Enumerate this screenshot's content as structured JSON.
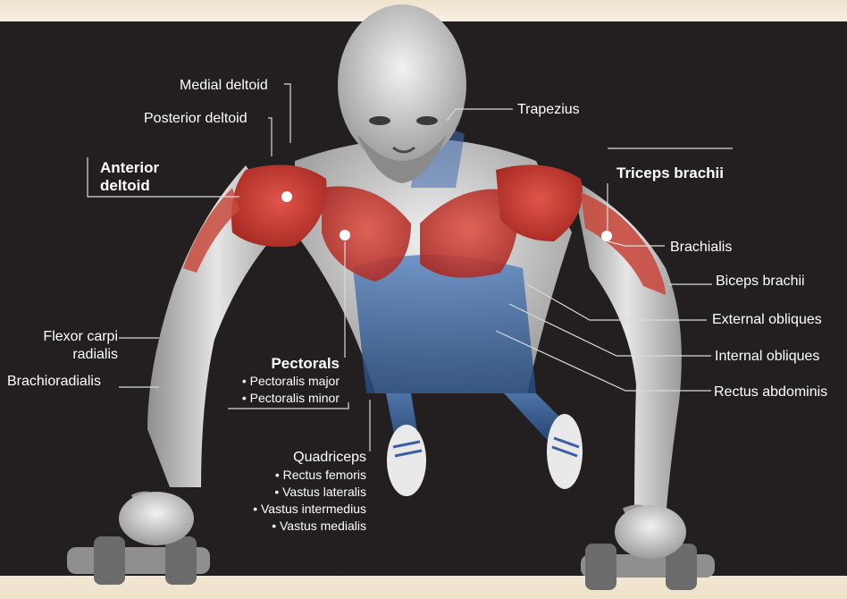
{
  "labels": {
    "medial_deltoid": "Medial deltoid",
    "posterior_deltoid": "Posterior deltoid",
    "anterior_deltoid": [
      "Anterior",
      "deltoid"
    ],
    "trapezius": "Trapezius",
    "triceps_brachii": "Triceps brachii",
    "brachialis": "Brachialis",
    "biceps_brachii": "Biceps brachii",
    "external_obliques": "External obliques",
    "internal_obliques": "Internal obliques",
    "rectus_abdominis": "Rectus abdominis",
    "flexor_carpi_radialis": [
      "Flexor carpi",
      "radialis"
    ],
    "brachioradialis": "Brachioradialis",
    "pectorals": {
      "title": "Pectorals",
      "items": [
        "• Pectoralis major",
        "• Pectoralis minor"
      ]
    },
    "quadriceps": {
      "title": "Quadriceps",
      "items": [
        "• Rectus femoris",
        "• Vastus lateralis",
        "• Vastus intermedius",
        "• Vastus medialis"
      ]
    }
  },
  "colors": {
    "background": "#231f20",
    "frame": "#f3ead8",
    "primary_muscle": "#c8382e",
    "secondary_muscle": "#2f5f9c",
    "skin": "#d7d7d7",
    "text": "#ffffff"
  }
}
